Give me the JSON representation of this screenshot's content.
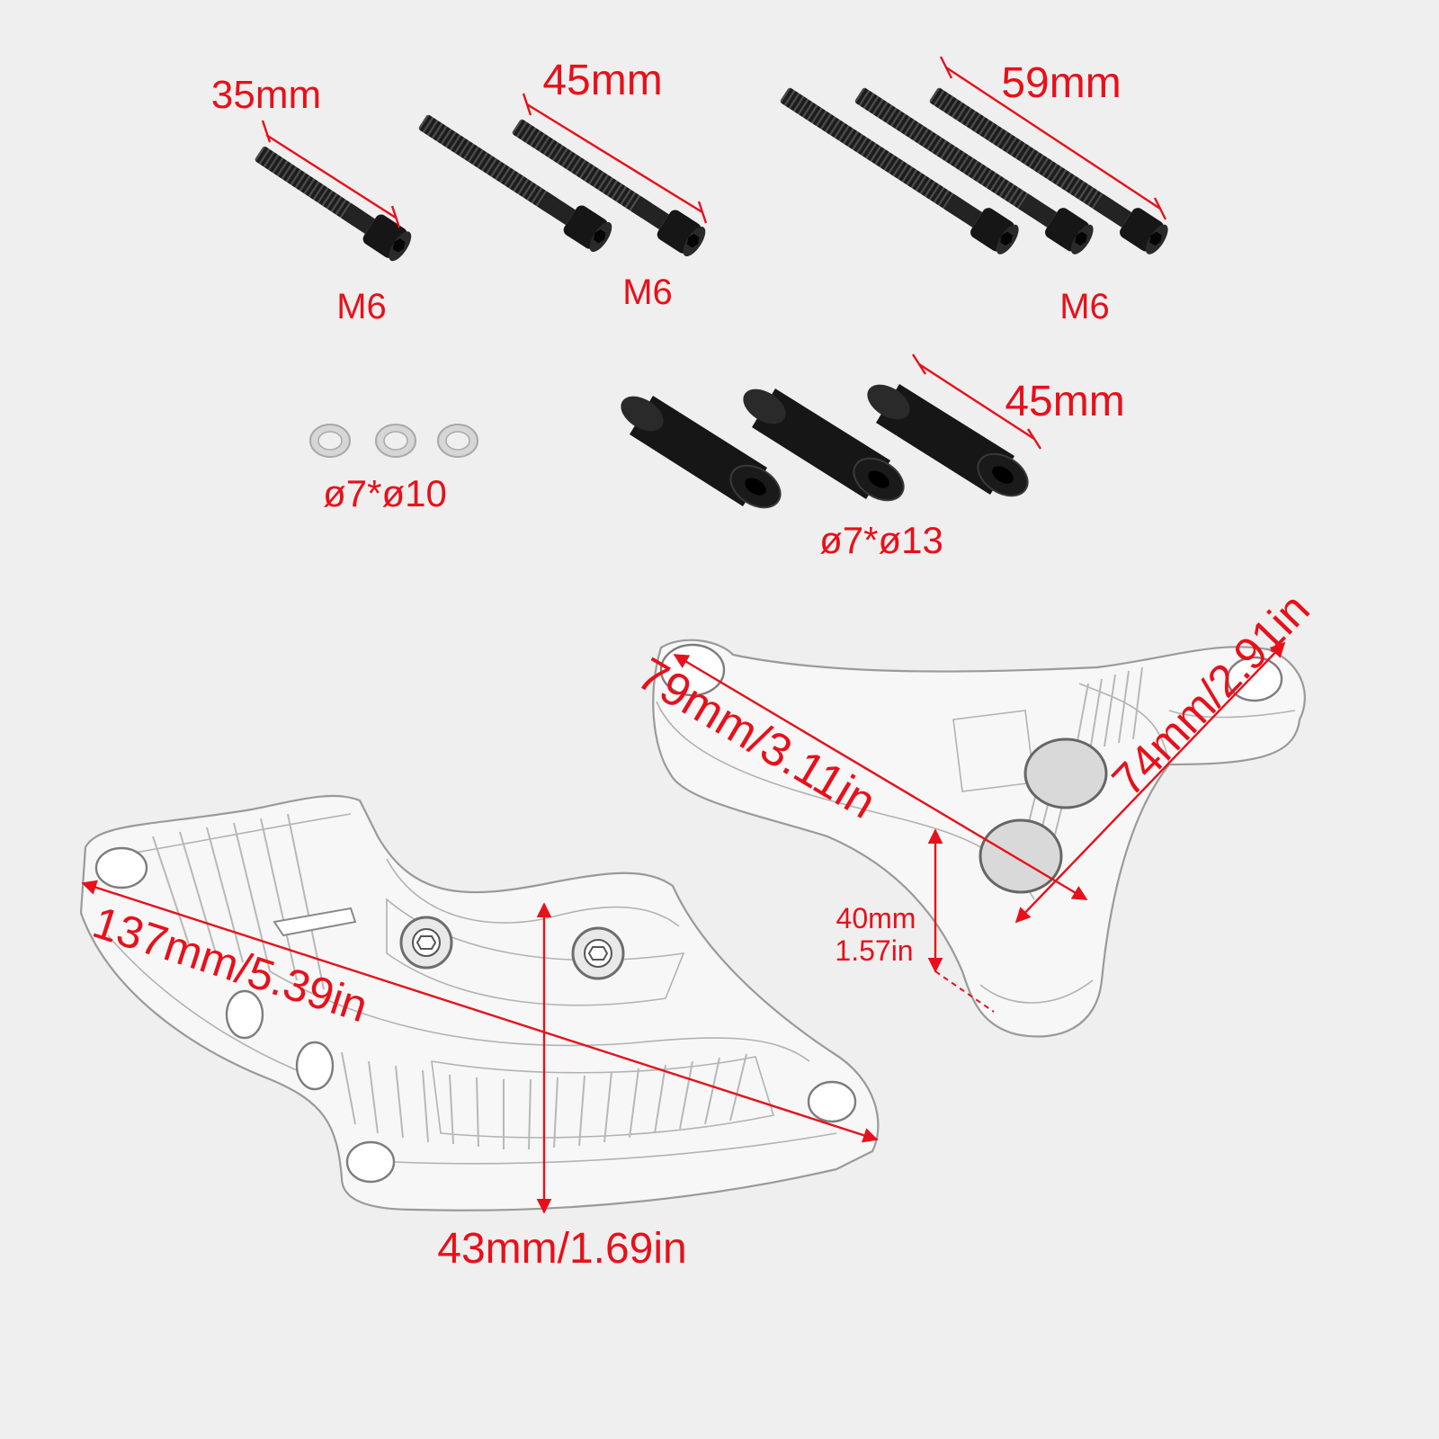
{
  "colors": {
    "background": "#efefef",
    "annotation": "#e8101a",
    "hardware": "#1c1c1c",
    "washer": "#cfcfcf",
    "part_outline": "#9a9a9a"
  },
  "bolt_groups": [
    {
      "length_label": "35mm",
      "thread_label": "M6",
      "count": 1
    },
    {
      "length_label": "45mm",
      "thread_label": "M6",
      "count": 2
    },
    {
      "length_label": "59mm",
      "thread_label": "M6",
      "count": 3
    }
  ],
  "washers": {
    "label": "ø7*ø10",
    "count": 3
  },
  "spacers": {
    "length_label": "45mm",
    "size_label": "ø7*ø13",
    "count": 3
  },
  "left_guard": {
    "width_label": "137mm/5.39in",
    "height_label": "43mm/1.69in"
  },
  "right_guard": {
    "length_label": "79mm/3.11in",
    "width_label": "74mm/2.91in",
    "height_label_mm": "40mm",
    "height_label_in": "1.57in"
  }
}
